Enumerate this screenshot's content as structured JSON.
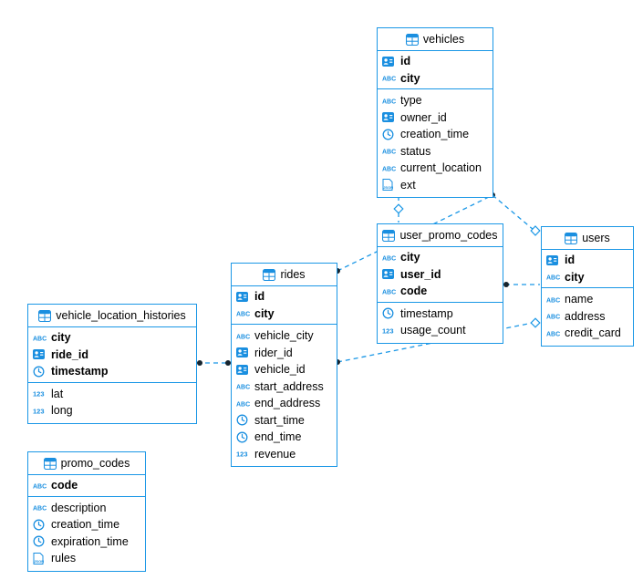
{
  "diagram": {
    "colors": {
      "accent_blue": "#1a97e6",
      "icon_blue": "#1a8fe0",
      "endpoint_dot": "#16242e",
      "text": "#000000",
      "background": "#ffffff"
    },
    "icon_types": {
      "table": "table-icon",
      "id": "id-card-icon",
      "text": "abc-type-icon",
      "time": "clock-icon",
      "number": "number-type-icon",
      "json": "json-type-icon"
    },
    "tables": [
      {
        "id": "vehicles",
        "title": "vehicles",
        "primary_columns": [
          {
            "name": "id",
            "type": "id"
          },
          {
            "name": "city",
            "type": "text"
          }
        ],
        "columns": [
          {
            "name": "type",
            "type": "text"
          },
          {
            "name": "owner_id",
            "type": "id"
          },
          {
            "name": "creation_time",
            "type": "time"
          },
          {
            "name": "status",
            "type": "text"
          },
          {
            "name": "current_location",
            "type": "text"
          },
          {
            "name": "ext",
            "type": "json"
          }
        ]
      },
      {
        "id": "user_promo_codes",
        "title": "user_promo_codes",
        "primary_columns": [
          {
            "name": "city",
            "type": "text"
          },
          {
            "name": "user_id",
            "type": "id"
          },
          {
            "name": "code",
            "type": "text"
          }
        ],
        "columns": [
          {
            "name": "timestamp",
            "type": "time"
          },
          {
            "name": "usage_count",
            "type": "number"
          }
        ]
      },
      {
        "id": "users",
        "title": "users",
        "primary_columns": [
          {
            "name": "id",
            "type": "id"
          },
          {
            "name": "city",
            "type": "text"
          }
        ],
        "columns": [
          {
            "name": "name",
            "type": "text"
          },
          {
            "name": "address",
            "type": "text"
          },
          {
            "name": "credit_card",
            "type": "text"
          }
        ]
      },
      {
        "id": "rides",
        "title": "rides",
        "primary_columns": [
          {
            "name": "id",
            "type": "id"
          },
          {
            "name": "city",
            "type": "text"
          }
        ],
        "columns": [
          {
            "name": "vehicle_city",
            "type": "text"
          },
          {
            "name": "rider_id",
            "type": "id"
          },
          {
            "name": "vehicle_id",
            "type": "id"
          },
          {
            "name": "start_address",
            "type": "text"
          },
          {
            "name": "end_address",
            "type": "text"
          },
          {
            "name": "start_time",
            "type": "time"
          },
          {
            "name": "end_time",
            "type": "time"
          },
          {
            "name": "revenue",
            "type": "number"
          }
        ]
      },
      {
        "id": "vehicle_location_histories",
        "title": "vehicle_location_histories",
        "primary_columns": [
          {
            "name": "city",
            "type": "text"
          },
          {
            "name": "ride_id",
            "type": "id"
          },
          {
            "name": "timestamp",
            "type": "time"
          }
        ],
        "columns": [
          {
            "name": "lat",
            "type": "number"
          },
          {
            "name": "long",
            "type": "number"
          }
        ]
      },
      {
        "id": "promo_codes",
        "title": "promo_codes",
        "primary_columns": [
          {
            "name": "code",
            "type": "text"
          }
        ],
        "columns": [
          {
            "name": "description",
            "type": "text"
          },
          {
            "name": "creation_time",
            "type": "time"
          },
          {
            "name": "expiration_time",
            "type": "time"
          },
          {
            "name": "rules",
            "type": "json"
          }
        ]
      }
    ],
    "relationships": [
      {
        "from": "rides",
        "to": "vehicles"
      },
      {
        "from": "vehicles",
        "to": "users"
      },
      {
        "from": "user_promo_codes",
        "to": "vehicles"
      },
      {
        "from": "rides",
        "to": "users"
      },
      {
        "from": "user_promo_codes",
        "to": "users"
      },
      {
        "from": "vehicle_location_histories",
        "to": "rides"
      }
    ]
  }
}
